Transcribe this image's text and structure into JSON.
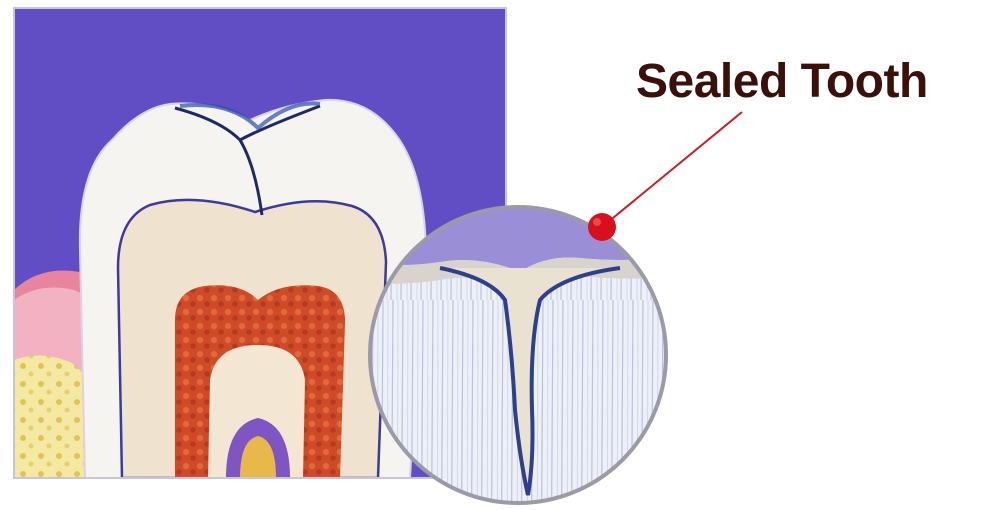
{
  "callout": {
    "label": "Sealed Tooth"
  },
  "colors": {
    "background_panel": "#5e4bc2",
    "enamel": "#f6f4f0",
    "dentin": "#efe2cf",
    "pulp": "#cf4a26",
    "gum": "#e9849d",
    "bone": "#f4e9a0",
    "sealant": "#9a8fd6",
    "fissure_line": "#1d2a6a",
    "callout_line": "#cc1b24",
    "callout_dot": "#d8101c",
    "label_text": "#3a1008"
  },
  "icons": [
    "tooth-cross-section",
    "magnified-fissure-sealant"
  ]
}
